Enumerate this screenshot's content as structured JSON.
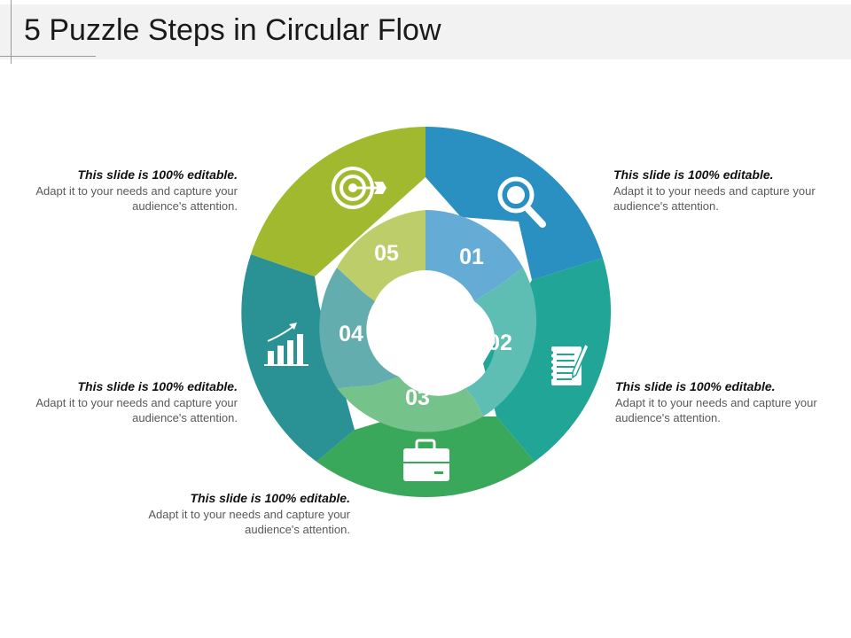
{
  "slide": {
    "title": "5 Puzzle Steps in Circular Flow"
  },
  "steps": [
    {
      "number": "01",
      "icon": "magnifier-icon",
      "outer_color": "#2a8fc1",
      "inner_color": "#64acd5"
    },
    {
      "number": "02",
      "icon": "notepad-pen-icon",
      "outer_color": "#21a597",
      "inner_color": "#5fbeb3"
    },
    {
      "number": "03",
      "icon": "briefcase-icon",
      "outer_color": "#3aa85a",
      "inner_color": "#75c28a"
    },
    {
      "number": "04",
      "icon": "growth-chart-icon",
      "outer_color": "#2a9294",
      "inner_color": "#63adae"
    },
    {
      "number": "05",
      "icon": "target-dart-icon",
      "outer_color": "#a1b92e",
      "inner_color": "#bdcd6a"
    }
  ],
  "callouts": [
    {
      "heading": "This slide is 100% editable.",
      "body": "Adapt it to your needs and capture your audience's attention."
    },
    {
      "heading": "This slide is 100% editable.",
      "body": "Adapt it to your needs and capture your audience's attention."
    },
    {
      "heading": "This slide is 100% editable.",
      "body": "Adapt it to your needs and capture your audience's attention."
    },
    {
      "heading": "This slide is 100% editable.",
      "body": "Adapt it to your needs and capture your audience's attention."
    },
    {
      "heading": "This slide is 100% editable.",
      "body": "Adapt it to your needs and capture your audience's attention."
    }
  ]
}
